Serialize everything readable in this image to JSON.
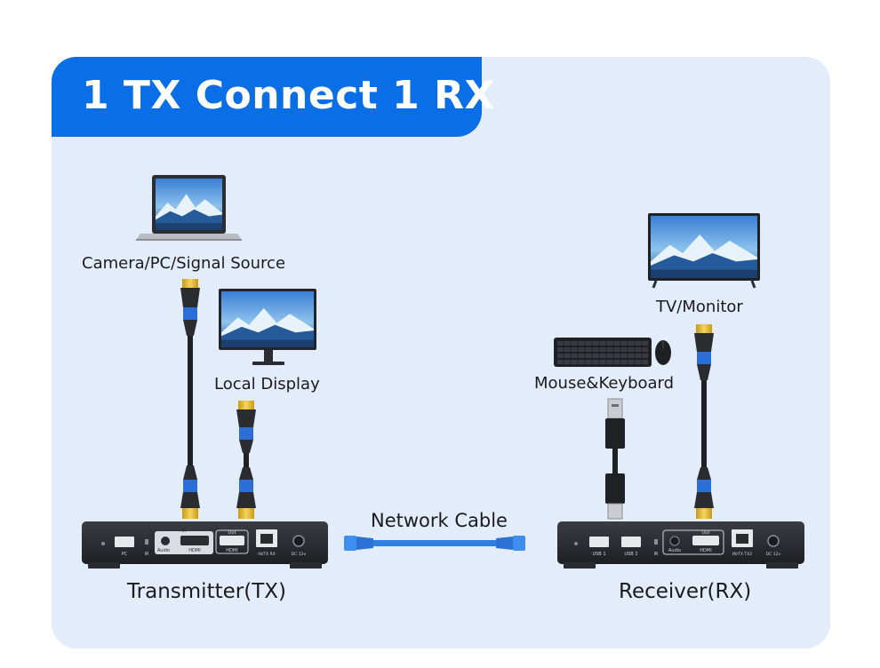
{
  "title": "1 TX Connect 1 RX",
  "labels": {
    "source": "Camera/PC/Signal Source",
    "local_display": "Local Display",
    "tv_monitor": "TV/Monitor",
    "mouse_keyboard": "Mouse&Keyboard",
    "network_cable": "Network Cable",
    "transmitter": "Transmitter(TX)",
    "receiver": "Receiver(RX)"
  },
  "tx_ports": {
    "pc": "PC",
    "ir": "IR",
    "audio": "Audio",
    "hdmi_in": "In",
    "hdmi": "HDMI",
    "out": "Out",
    "hdmi2": "HDMI",
    "net": "IN/TX RX",
    "dc": "DC 12v"
  },
  "rx_ports": {
    "usb1": "USB 1",
    "usb2": "USB 2",
    "ir": "IR",
    "audio": "Audio",
    "out": "Out",
    "hdmi": "HDMI",
    "net": "IN/TX TX2",
    "dc": "DC 12v"
  },
  "colors": {
    "brand_blue": "#0a6ee6",
    "panel_bg": "#e3ecfb",
    "cable_blue": "#2f7ee0"
  }
}
